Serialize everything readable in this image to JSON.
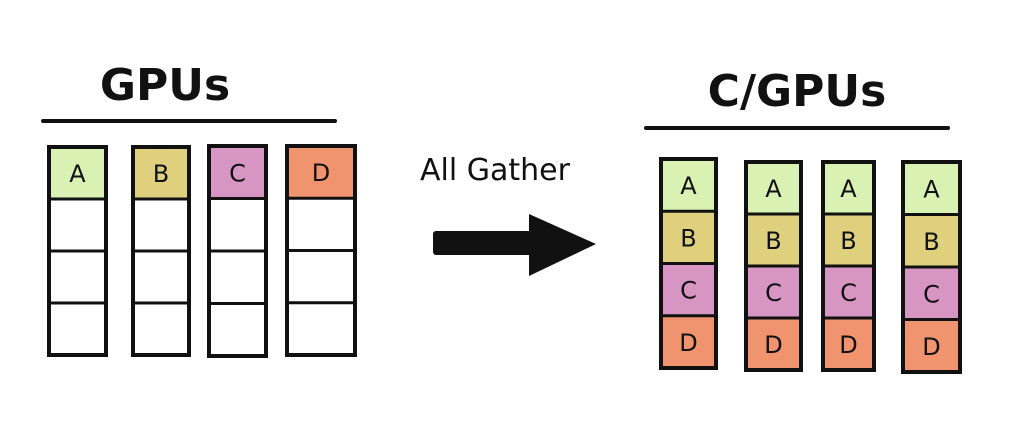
{
  "left": {
    "title": "GPUs",
    "columns": [
      {
        "filled_label": "A",
        "filled_color": "#d9f2b3"
      },
      {
        "filled_label": "B",
        "filled_color": "#ded07c"
      },
      {
        "filled_label": "C",
        "filled_color": "#d795c4"
      },
      {
        "filled_label": "D",
        "filled_color": "#ef946e"
      }
    ]
  },
  "operation": {
    "label": "All Gather"
  },
  "right": {
    "title": "C/GPUs",
    "columns": [
      {
        "cells": [
          {
            "label": "A",
            "color": "#d9f2b3"
          },
          {
            "label": "B",
            "color": "#ded07c"
          },
          {
            "label": "C",
            "color": "#d795c4"
          },
          {
            "label": "D",
            "color": "#ef946e"
          }
        ]
      },
      {
        "cells": [
          {
            "label": "A",
            "color": "#d9f2b3"
          },
          {
            "label": "B",
            "color": "#ded07c"
          },
          {
            "label": "C",
            "color": "#d795c4"
          },
          {
            "label": "D",
            "color": "#ef946e"
          }
        ]
      },
      {
        "cells": [
          {
            "label": "A",
            "color": "#d9f2b3"
          },
          {
            "label": "B",
            "color": "#ded07c"
          },
          {
            "label": "C",
            "color": "#d795c4"
          },
          {
            "label": "D",
            "color": "#ef946e"
          }
        ]
      },
      {
        "cells": [
          {
            "label": "A",
            "color": "#d9f2b3"
          },
          {
            "label": "B",
            "color": "#ded07c"
          },
          {
            "label": "C",
            "color": "#d795c4"
          },
          {
            "label": "D",
            "color": "#ef946e"
          }
        ]
      }
    ]
  }
}
